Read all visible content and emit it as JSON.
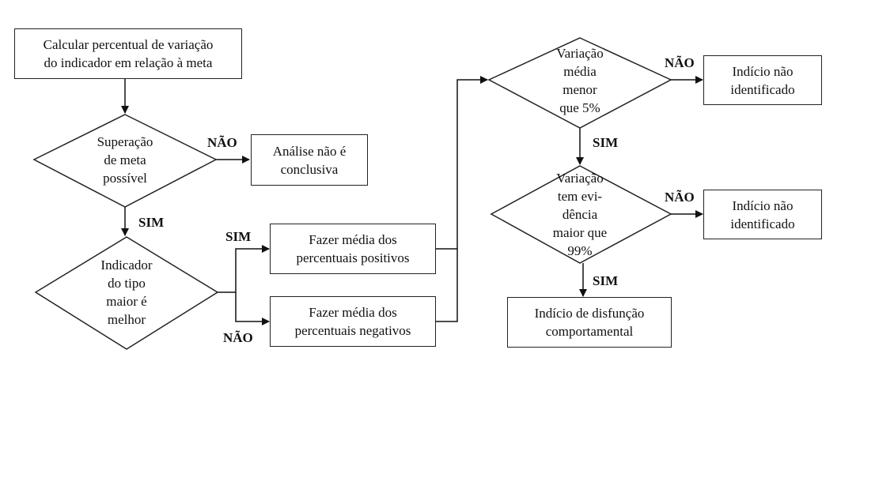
{
  "nodes": {
    "calc": "Calcular percentual de variação\ndo indicador em relação à meta",
    "superacao": "Superação\nde meta\npossível",
    "analise": "Análise não é\nconclusiva",
    "indicador": "Indicador\ndo tipo\nmaior é\nmelhor",
    "media_pos": "Fazer média dos\npercentuais positivos",
    "media_neg": "Fazer média dos\npercentuais negativos",
    "variacao_media": "Variação\nmédia\nmenor\nque 5%",
    "indicio_nao_1": "Indício não\nidentificado",
    "variacao_evidencia": "Variação\ntem evi-\ndência\nmaior que\n99%",
    "indicio_nao_2": "Indício não\nidentificado",
    "disfuncao": "Indício de disfunção\ncomportamental"
  },
  "labels": {
    "nao_1": "NÃO",
    "sim_1": "SIM",
    "sim_2": "SIM",
    "nao_2": "NÃO",
    "nao_3": "NÃO",
    "sim_3": "SIM",
    "nao_4": "NÃO",
    "sim_4": "SIM"
  }
}
